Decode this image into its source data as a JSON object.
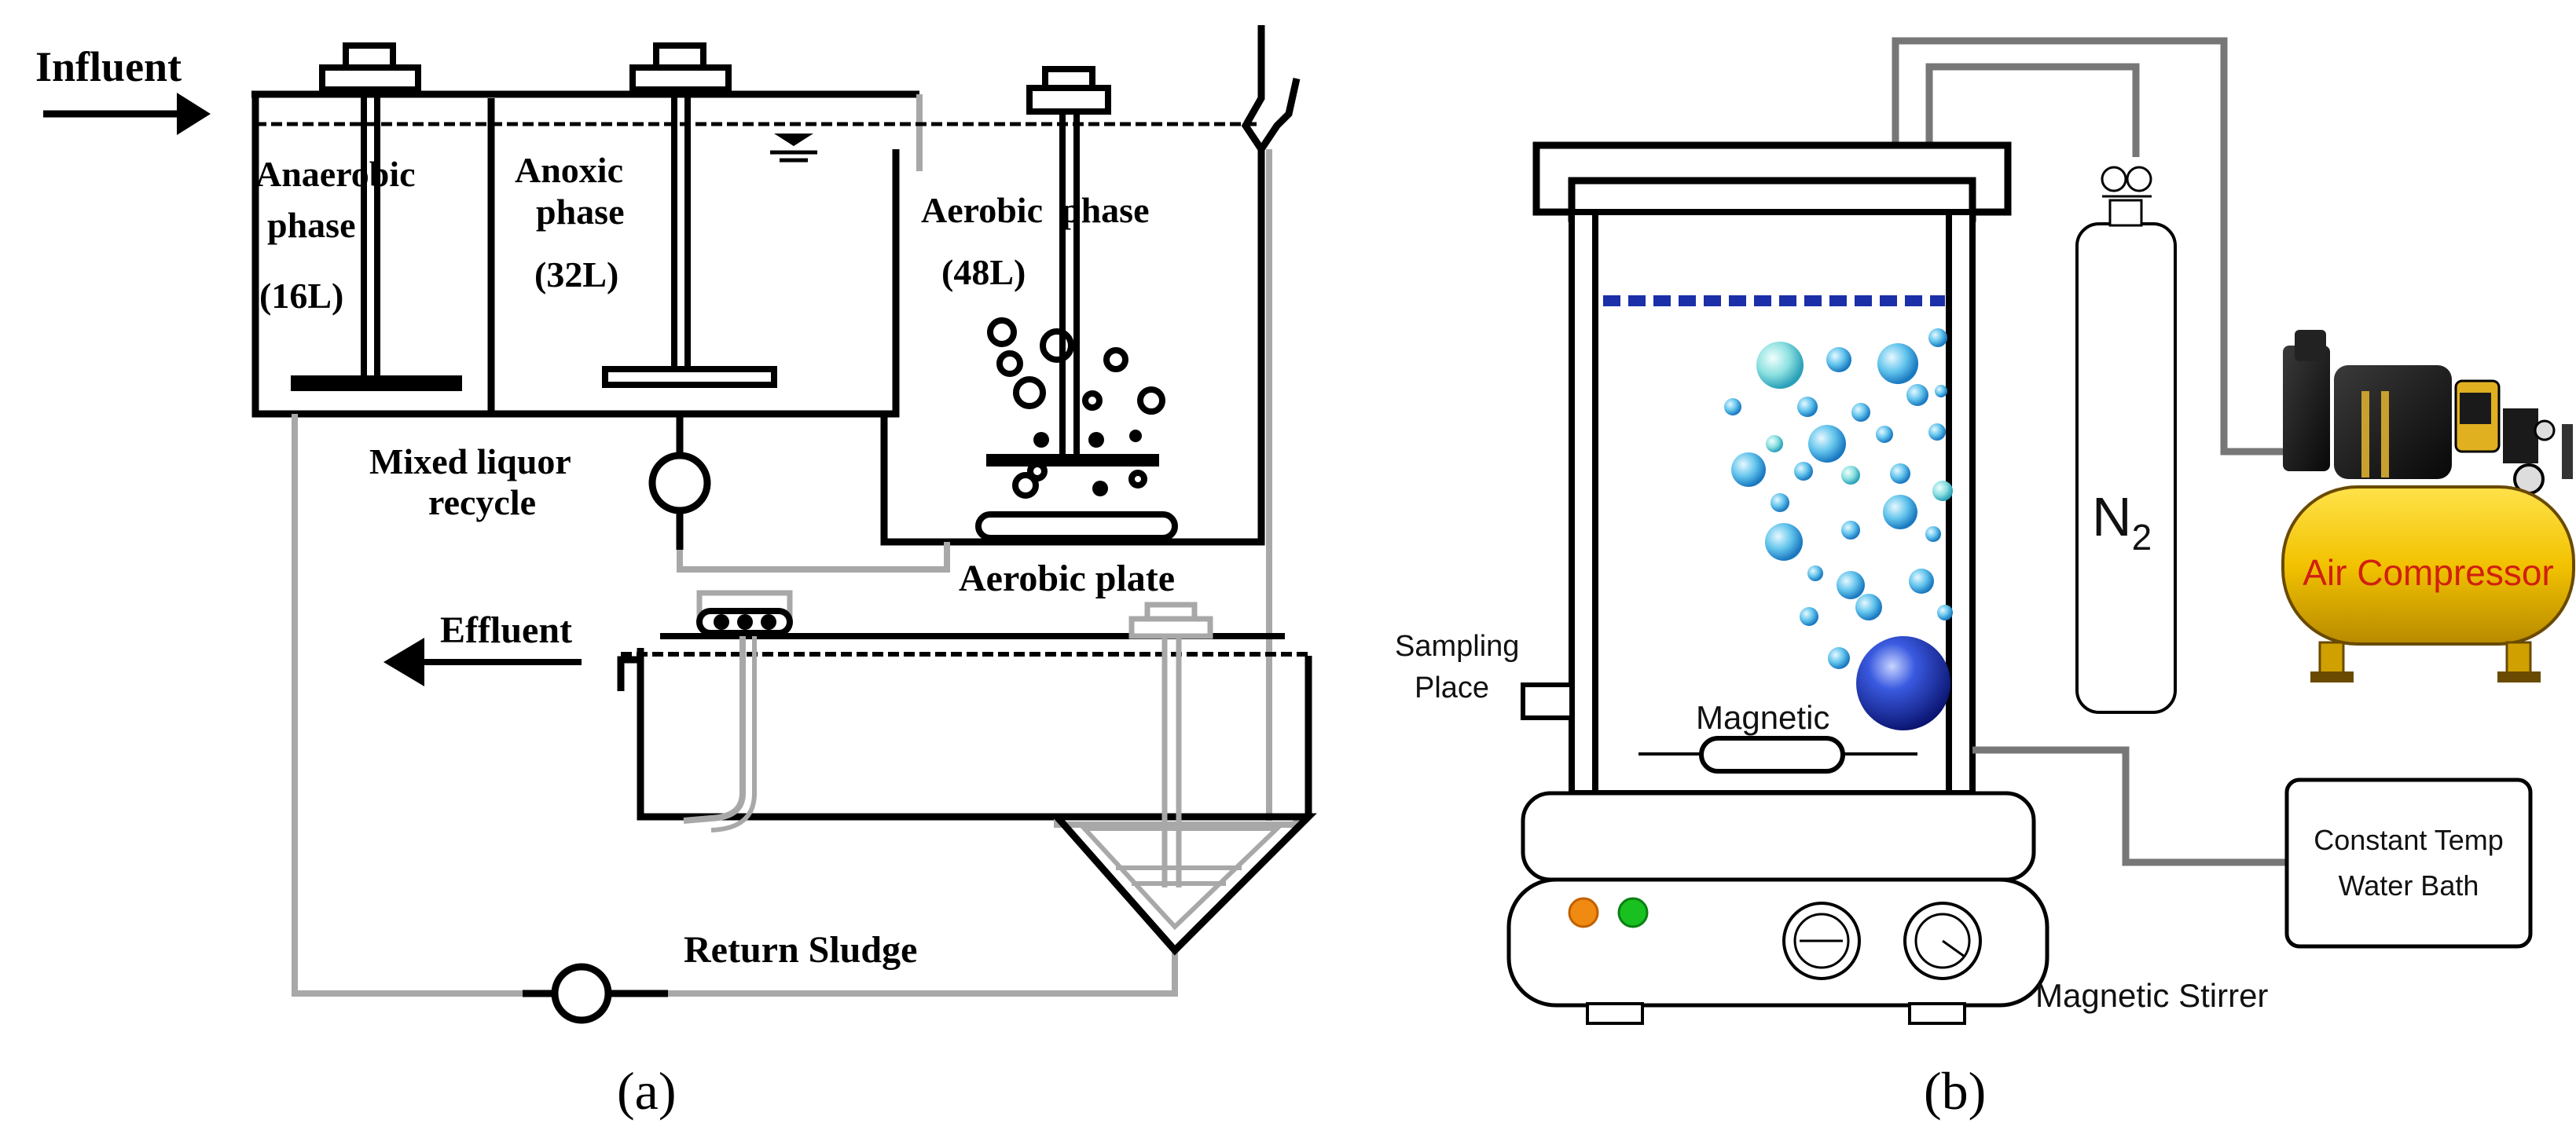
{
  "panel_a": {
    "caption": "(a)",
    "influent": "Influent",
    "effluent": "Effluent",
    "anaerobic": {
      "line1": "Anaerobic",
      "line2": "phase",
      "volume": "(16L)"
    },
    "anoxic": {
      "line1": "Anoxic",
      "line2": "phase",
      "volume": "(32L)"
    },
    "aerobic": {
      "line1": "Aerobic  phase",
      "volume": "(48L)"
    },
    "mixed_liquor": {
      "line1": "Mixed liquor",
      "line2": "recycle"
    },
    "aerobic_plate": "Aerobic plate",
    "return_sludge": "Return Sludge"
  },
  "panel_b": {
    "caption": "(b)",
    "n2": {
      "base": "N",
      "sub": "2"
    },
    "air_compressor": "Air Compressor",
    "sampling": {
      "line1": "Sampling",
      "line2": "Place"
    },
    "magnetic": "Magnetic",
    "water_bath": {
      "line1": "Constant Temp",
      "line2": "Water Bath"
    },
    "magnetic_stirrer": "Magnetic Stirrer"
  },
  "colors": {
    "line_black": "#000000",
    "line_gray": "#a8a8a8",
    "water_level": "#1a2fa8",
    "bubble": "#48a8e0",
    "ball": "#1a3cb8",
    "compressor_yellow": "#f2c200",
    "compressor_label": "#d02010",
    "led_orange": "#f08a10",
    "led_green": "#18c020"
  }
}
